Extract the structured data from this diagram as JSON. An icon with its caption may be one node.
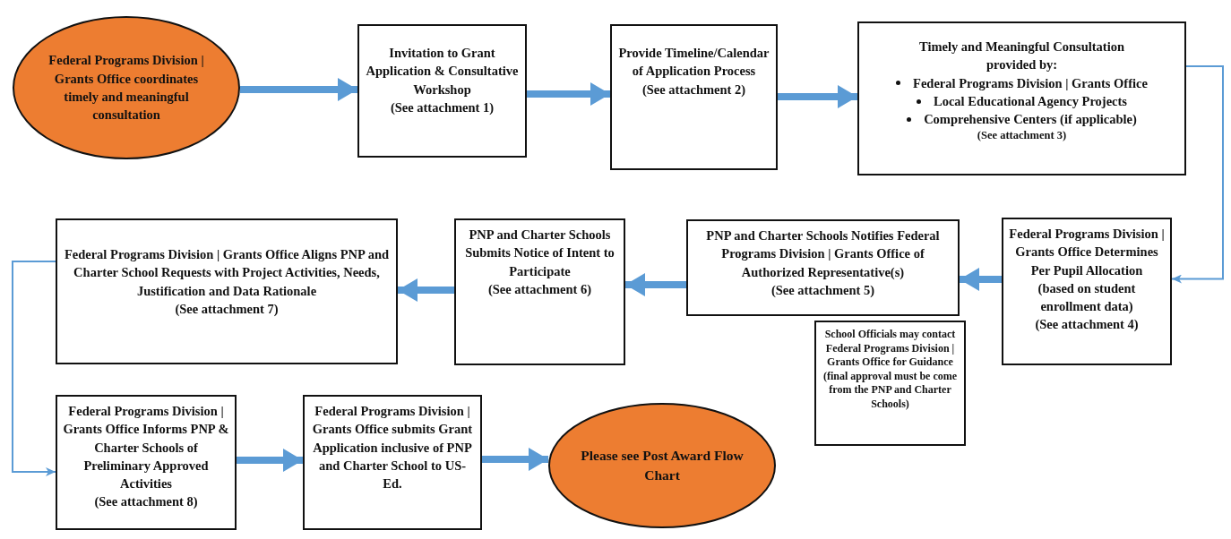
{
  "diagram": {
    "nodes": [
      {
        "text": [
          "Federal Programs Division | Grants Office coordinates timely and meaningful consultation"
        ]
      },
      {
        "text": [
          "Invitation to Grant Application & Consultative Workshop",
          "(See attachment 1)"
        ]
      },
      {
        "text": [
          "Provide Timeline/Calendar of Application Process",
          "(See attachment 2)"
        ]
      },
      {
        "text": [
          "Timely and Meaningful Consultation provided by:",
          "Federal Programs Division | Grants Office",
          "Local Educational Agency Projects",
          "Comprehensive Centers (if applicable)",
          "(See attachment 3)"
        ]
      },
      {
        "text": [
          "Federal Programs Division | Grants Office Determines Per Pupil Allocation",
          "(based on student enrollment data)",
          "(See attachment 4)"
        ]
      },
      {
        "text": [
          "PNP and Charter Schools Notifies Federal Programs Division | Grants Office of Authorized Representative(s)",
          "(See attachment 5)"
        ]
      },
      {
        "text": [
          "School Officials may contact Federal Programs Division | Grants Office for Guidance",
          "(final approval must be come from the PNP and Charter Schools)"
        ]
      },
      {
        "text": [
          "PNP and Charter Schools Submits Notice of Intent to Participate",
          "(See attachment 6)"
        ]
      },
      {
        "text": [
          "Federal Programs Division | Grants Office Aligns PNP and Charter School Requests with Project Activities, Needs, Justification and Data Rationale",
          "(See attachment 7)"
        ]
      },
      {
        "text": [
          "Federal Programs Division | Grants Office Informs PNP & Charter Schools of Preliminary Approved Activities",
          "(See attachment 8)"
        ]
      },
      {
        "text": [
          "Federal Programs Division | Grants Office submits Grant Application inclusive of PNP and Charter School to US-Ed."
        ]
      },
      {
        "text": [
          "Please see Post Award Flow Chart"
        ]
      }
    ],
    "edges": [
      {
        "from": 0,
        "to": 1,
        "arrow": "to"
      },
      {
        "from": 1,
        "to": 2,
        "arrow": "to"
      },
      {
        "from": 2,
        "to": 3,
        "arrow": "to"
      },
      {
        "from": 3,
        "to": 4,
        "arrow": "to"
      },
      {
        "from": 4,
        "to": 5,
        "arrow": "to"
      },
      {
        "from": 5,
        "to": 7,
        "arrow": "to"
      },
      {
        "from": 7,
        "to": 8,
        "arrow": "to"
      },
      {
        "from": 8,
        "to": 9,
        "arrow": "to"
      },
      {
        "from": 9,
        "to": 10,
        "arrow": "to"
      },
      {
        "from": 10,
        "to": 11,
        "arrow": "to"
      }
    ]
  }
}
